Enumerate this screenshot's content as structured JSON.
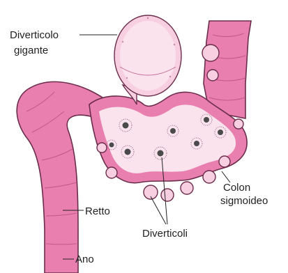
{
  "labels": {
    "giant_diverticulum": [
      "Diverticolo",
      "gigante"
    ],
    "sigmoid_colon": [
      "Colon",
      "sigmoideo"
    ],
    "rectum": "Retto",
    "diverticula": "Diverticoli",
    "anus": "Ano"
  },
  "colors": {
    "bowel_wall": "#e97fae",
    "mucosa": "#f6c8dc",
    "outline": "#6b2d4b",
    "label_text": "#1f1f1f"
  }
}
